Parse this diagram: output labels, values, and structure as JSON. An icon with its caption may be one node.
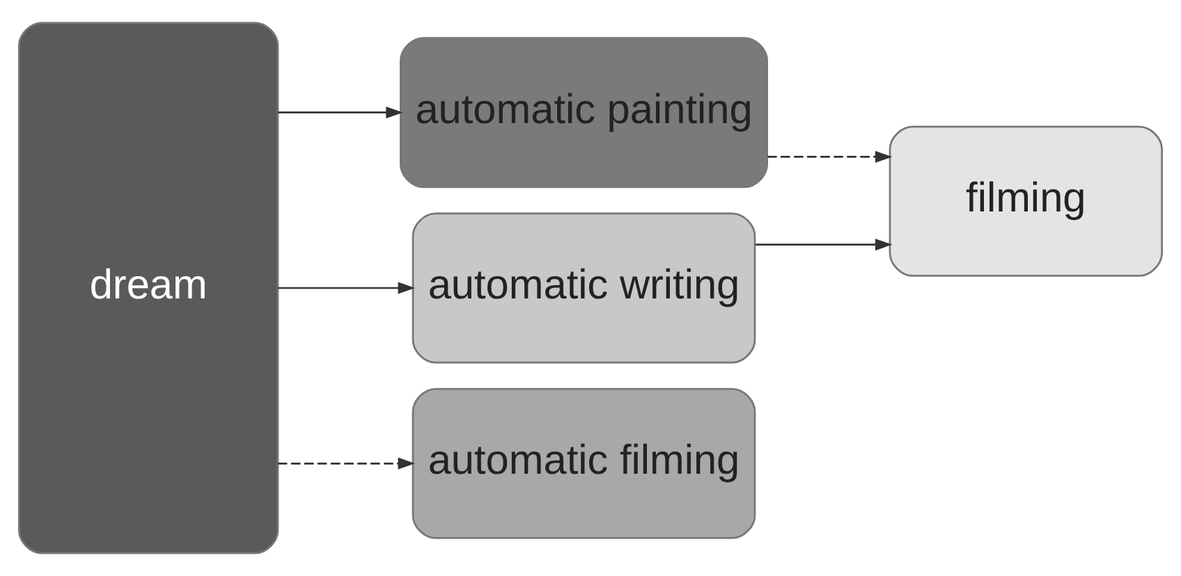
{
  "diagram": {
    "nodes": [
      {
        "text": [
          "dream"
        ]
      },
      {
        "text": [
          "automatic painting"
        ]
      },
      {
        "text": [
          "automatic writing"
        ]
      },
      {
        "text": [
          "automatic filming"
        ]
      },
      {
        "text": [
          "filming"
        ]
      }
    ],
    "edges": [
      {
        "from": 0,
        "to": 1,
        "arrow": "to"
      },
      {
        "from": 0,
        "to": 2,
        "arrow": "to"
      },
      {
        "from": 0,
        "to": 3,
        "arrow": "to",
        "style": "dashed"
      },
      {
        "from": 1,
        "to": 4,
        "arrow": "to",
        "style": "dashed"
      },
      {
        "from": 2,
        "to": 4,
        "arrow": "to"
      }
    ]
  }
}
